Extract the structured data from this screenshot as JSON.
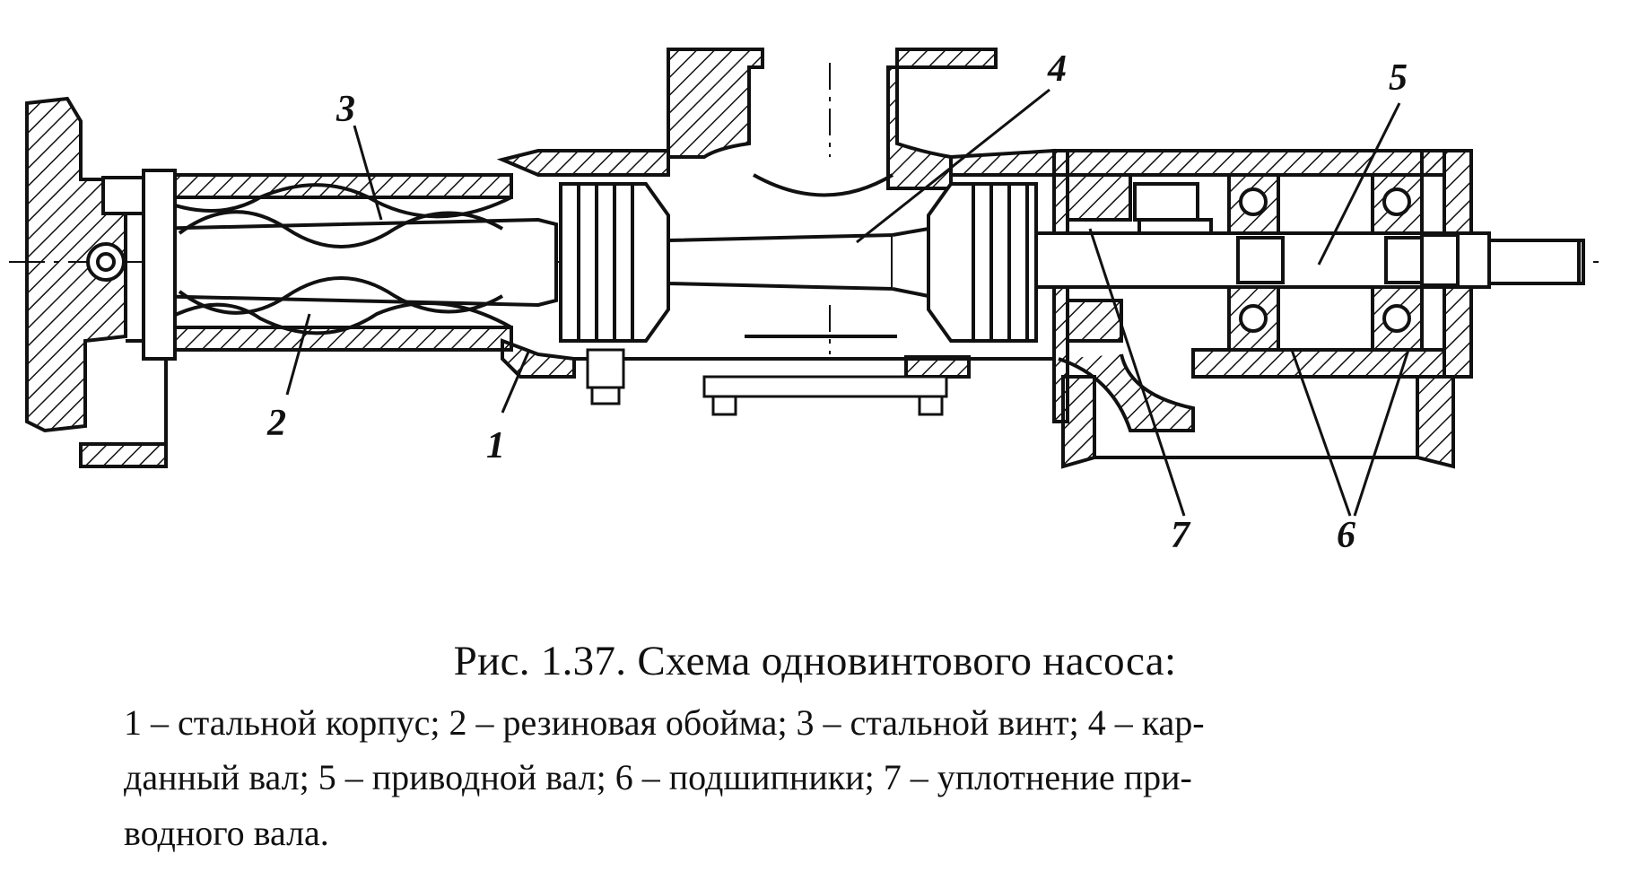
{
  "figure": {
    "callouts": [
      "1",
      "2",
      "3",
      "4",
      "5",
      "6",
      "7"
    ]
  },
  "caption": {
    "title": "Рис. 1.37. Схема одновинтового насоса:",
    "legend_lines": [
      "1 – стальной корпус; 2 – резиновая обойма; 3 – стальной винт; 4 – кар-",
      "данный вал; 5 – приводной вал; 6 – подшипники; 7 – уплотнение при-",
      "водного вала."
    ]
  }
}
